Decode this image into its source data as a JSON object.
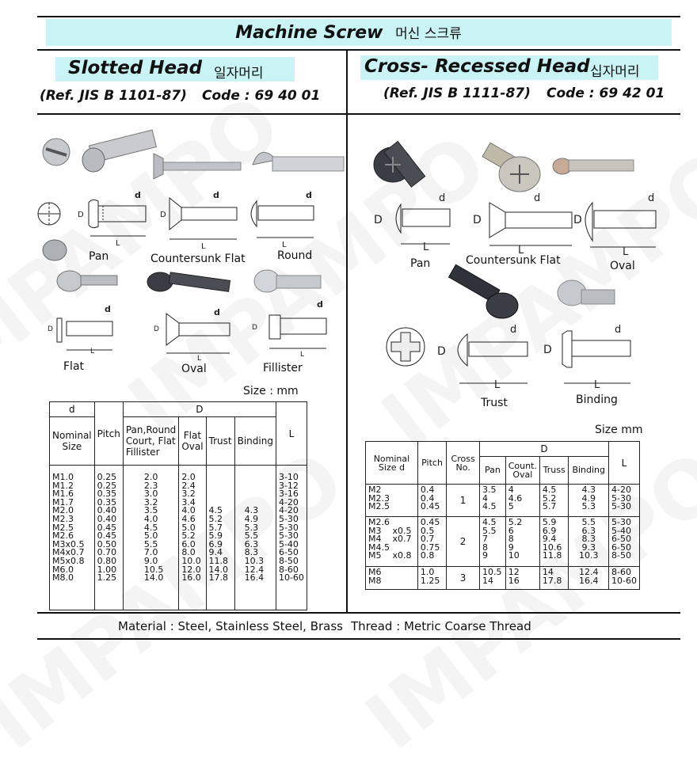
{
  "header": {
    "title": "Machine Screw",
    "title_kr": "머신 스크류"
  },
  "slotted": {
    "title": "Slotted Head",
    "title_kr": "일자머리",
    "ref": "(Ref. JIS B 1101-87)",
    "code": "Code : 69 40 01",
    "labels": {
      "pan": "Pan",
      "countersunk": "Countersunk Flat",
      "round": "Round",
      "flat": "Flat",
      "oval": "Oval",
      "fillister": "Fillister"
    },
    "size_unit": "Size : mm",
    "table": {
      "h_d": "d",
      "h_nominal": "Nominal Size",
      "h_pitch": "Pitch",
      "h_D": "D",
      "h_panround": "Pan,Round Court, Flat Fillister",
      "h_flatoval": "Flat Oval",
      "h_trust": "Trust",
      "h_binding": "Binding",
      "h_L": "L",
      "sizes": "M1.0\nM1.2\nM1.6\nM1.7\nM2.0\nM2.3\nM2.5\nM2.6\nM3x0.5\nM4x0.7\nM5x0.8\nM6.0\nM8.0",
      "pitch": "0.25\n0.25\n0.35\n0.35\n0.40\n0.40\n0.45\n0.45\n0.50\n0.70\n0.80\n1.00\n1.25",
      "panround": "2.0\n2.3\n3.0\n3.2\n3.5\n4.0\n4.5\n5.0\n5.5\n7.0\n9.0\n10.5\n14.0",
      "flatoval": "2.0\n2.4\n3.2\n3.4\n4.0\n4.6\n5.0\n5.2\n6.0\n8.0\n10.0\n12.0\n16.0",
      "trust": "\n\n\n\n4.5\n5.2\n5.7\n5.9\n6.9\n9.4\n11.8\n14.0\n17.8",
      "binding": "\n\n\n\n4.3\n4.9\n5.3\n5.5\n6.3\n8.3\n10.3\n12.4\n16.4",
      "L": "3-10\n3-12\n3-16\n4-20\n4-20\n5-30\n5-30\n5-30\n5-40\n6-50\n8-50\n8-60\n10-60"
    }
  },
  "cross": {
    "title": "Cross- Recessed Head",
    "title_kr": "십자머리",
    "ref": "(Ref. JIS B 1111-87)",
    "code": "Code : 69 42 01",
    "labels": {
      "pan": "Pan",
      "countersunk": "Countersunk Flat",
      "oval": "Oval",
      "trust": "Trust",
      "binding": "Binding"
    },
    "size_unit": "Size mm",
    "table": {
      "h_nominal": "Nominal Size d",
      "h_pitch": "Pitch",
      "h_cross": "Cross No.",
      "h_D": "D",
      "h_pan": "Pan",
      "h_count": "Count. Oval",
      "h_truss": "Truss",
      "h_binding": "Binding",
      "h_L": "L",
      "g1": {
        "sizes": "M2\nM2.3\nM2.5",
        "pitch": "0.4\n0.4\n0.45",
        "cross": "1",
        "pan": "3.5\n4\n4.5",
        "count": "4\n4.6\n5",
        "truss": "4.5\n5.2\n5.7",
        "binding": "4.3\n4.9\n5.3",
        "L": "4-20\n5-30\n5-30"
      },
      "g2": {
        "sizes": "M2.6\nM3    x0.5\nM4    x0.7\nM4.5\nM5    x0.8",
        "pitch": "0.45\n0.5\n0.7\n0.75\n0.8",
        "cross": "2",
        "pan": "4.5\n5.5\n7\n8\n9",
        "count": "5.2\n6\n8\n9\n10",
        "truss": "5.9\n6.9\n9.4\n10.6\n11.8",
        "binding": "5.5\n6.3\n8.3\n9.3\n10.3",
        "L": "5-30\n5-40\n6-50\n6-50\n8-50"
      },
      "g3": {
        "sizes": "M6\nM8",
        "pitch": "1.0\n1.25",
        "cross": "3",
        "pan": "10.5\n14",
        "count": "12\n16",
        "truss": "14\n17.8",
        "binding": "12.4\n16.4",
        "L": "8-60\n10-60"
      }
    }
  },
  "footer": {
    "material": "Material : Steel, Stainless Steel, Brass",
    "thread": "Thread : Metric Coarse Thread"
  },
  "watermark": "IMPAMPO",
  "colors": {
    "banner": "#c9f3f5",
    "line": "#111111",
    "metal": "#b9bcc0",
    "dark_metal": "#3a3d44"
  }
}
